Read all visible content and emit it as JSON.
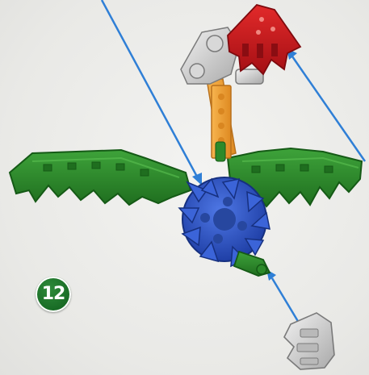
{
  "instruction": {
    "step_number": "12"
  },
  "pieces": {
    "wing": "green-wing-pieces",
    "body_hub": "blue-ball-hub",
    "neck_rod": "orange-rod",
    "head": "red-head-piece",
    "connectors": "grey-connector-pieces",
    "tail_connector": "green-connector"
  },
  "colors": {
    "background": "#ececea",
    "wing_green": "#2c8a2a",
    "hub_blue": "#2f56c9",
    "rod_orange": "#f0a23a",
    "head_red": "#c8161c",
    "connector_grey": "#c9c9c9",
    "arrow_blue": "#2f7fd6",
    "badge_green": "#176a24"
  }
}
